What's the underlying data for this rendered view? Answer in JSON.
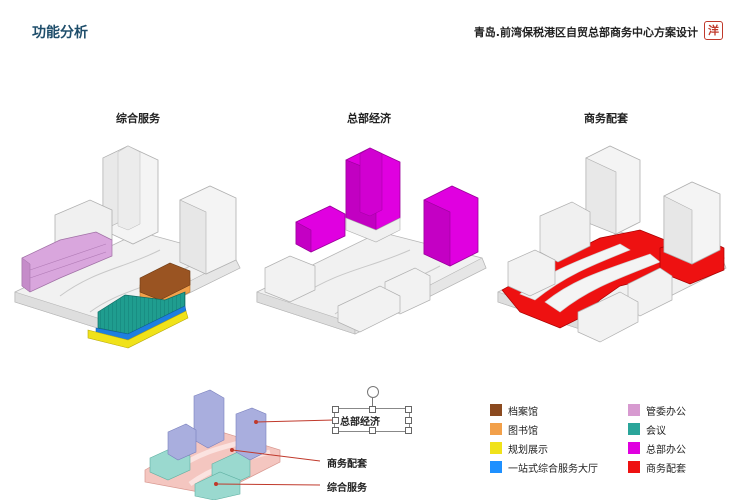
{
  "header": {
    "page_title": "功能分析",
    "project_title": "青岛.前湾保税港区自贸总部商务中心方案设计",
    "seal_char": "洋"
  },
  "panels": [
    {
      "title": "综合服务"
    },
    {
      "title": "总部经济"
    },
    {
      "title": "商务配套"
    }
  ],
  "callouts": [
    {
      "label": "总部经济"
    },
    {
      "label": "商务配套"
    },
    {
      "label": "综合服务"
    }
  ],
  "legend": [
    {
      "label": "档案馆",
      "color": "#8b4a1f"
    },
    {
      "label": "管委办公",
      "color": "#d79ad0"
    },
    {
      "label": "图书馆",
      "color": "#f2a04a"
    },
    {
      "label": "会议",
      "color": "#2aa59a"
    },
    {
      "label": "规划展示",
      "color": "#f0e21a"
    },
    {
      "label": "总部办公",
      "color": "#e000e0"
    },
    {
      "label": "一站式综合服务大厅",
      "color": "#1e90ff"
    },
    {
      "label": "商务配套",
      "color": "#ee1111"
    }
  ]
}
